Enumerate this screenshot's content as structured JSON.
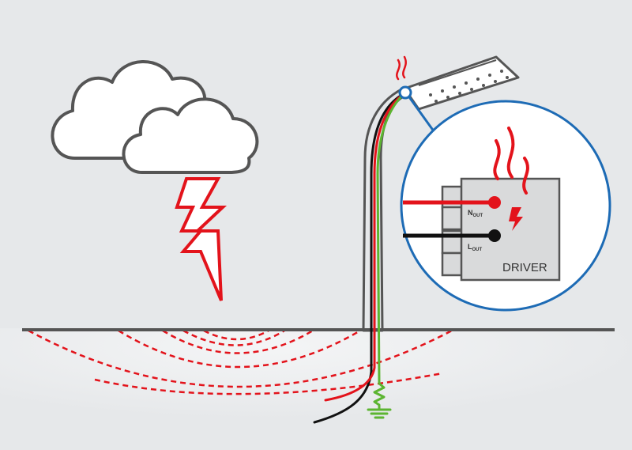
{
  "driver": {
    "label": "DRIVER",
    "terminal_n": {
      "main": "N",
      "sub": "OUT"
    },
    "terminal_l": {
      "main": "L",
      "sub": "OUT"
    }
  },
  "colors": {
    "background": "#e6e8ea",
    "outline": "#555555",
    "surge_red": "#e3131b",
    "earth_green": "#5cb531",
    "neutral_black": "#111111",
    "detail_circle": "#1d6bb5",
    "driver_box": "#d9dadb"
  },
  "icons": [
    "storm-cloud-icon",
    "lightning-bolt-icon",
    "heat-waves-icon",
    "ground-symbol-icon"
  ]
}
